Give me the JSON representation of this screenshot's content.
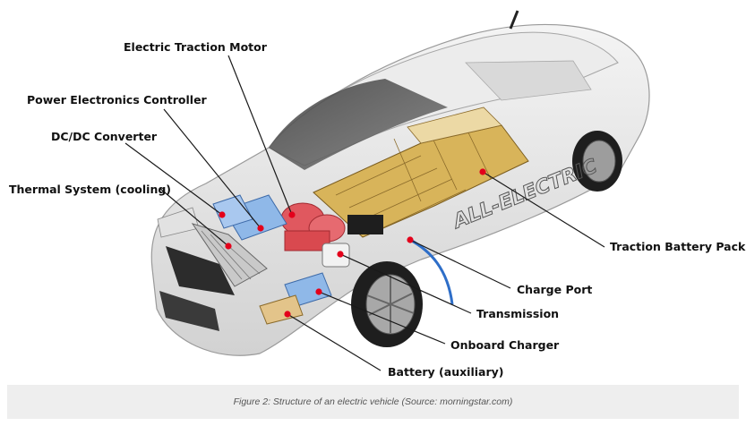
{
  "labels": {
    "motor": "Electric Traction Motor",
    "controller": "Power Electronics Controller",
    "dcdc": "DC/DC Converter",
    "thermal": "Thermal System (cooling)",
    "battery_pack": "Traction Battery Pack",
    "charge_port": "Charge Port",
    "transmission": "Transmission",
    "onboard_charger": "Onboard Charger",
    "aux_battery": "Battery (auxiliary)"
  },
  "car_side_text": "ALL-ELECTRIC",
  "caption": "Figure 2: Structure of an electric vehicle (Source: morningstar.com)",
  "colors": {
    "pointer_dot": "#e3001b",
    "battery_cells": "#d8b45a",
    "motor_red": "#e0585f",
    "cooling_blue": "#8fb8e8",
    "caption_bg": "#eeeeee"
  }
}
